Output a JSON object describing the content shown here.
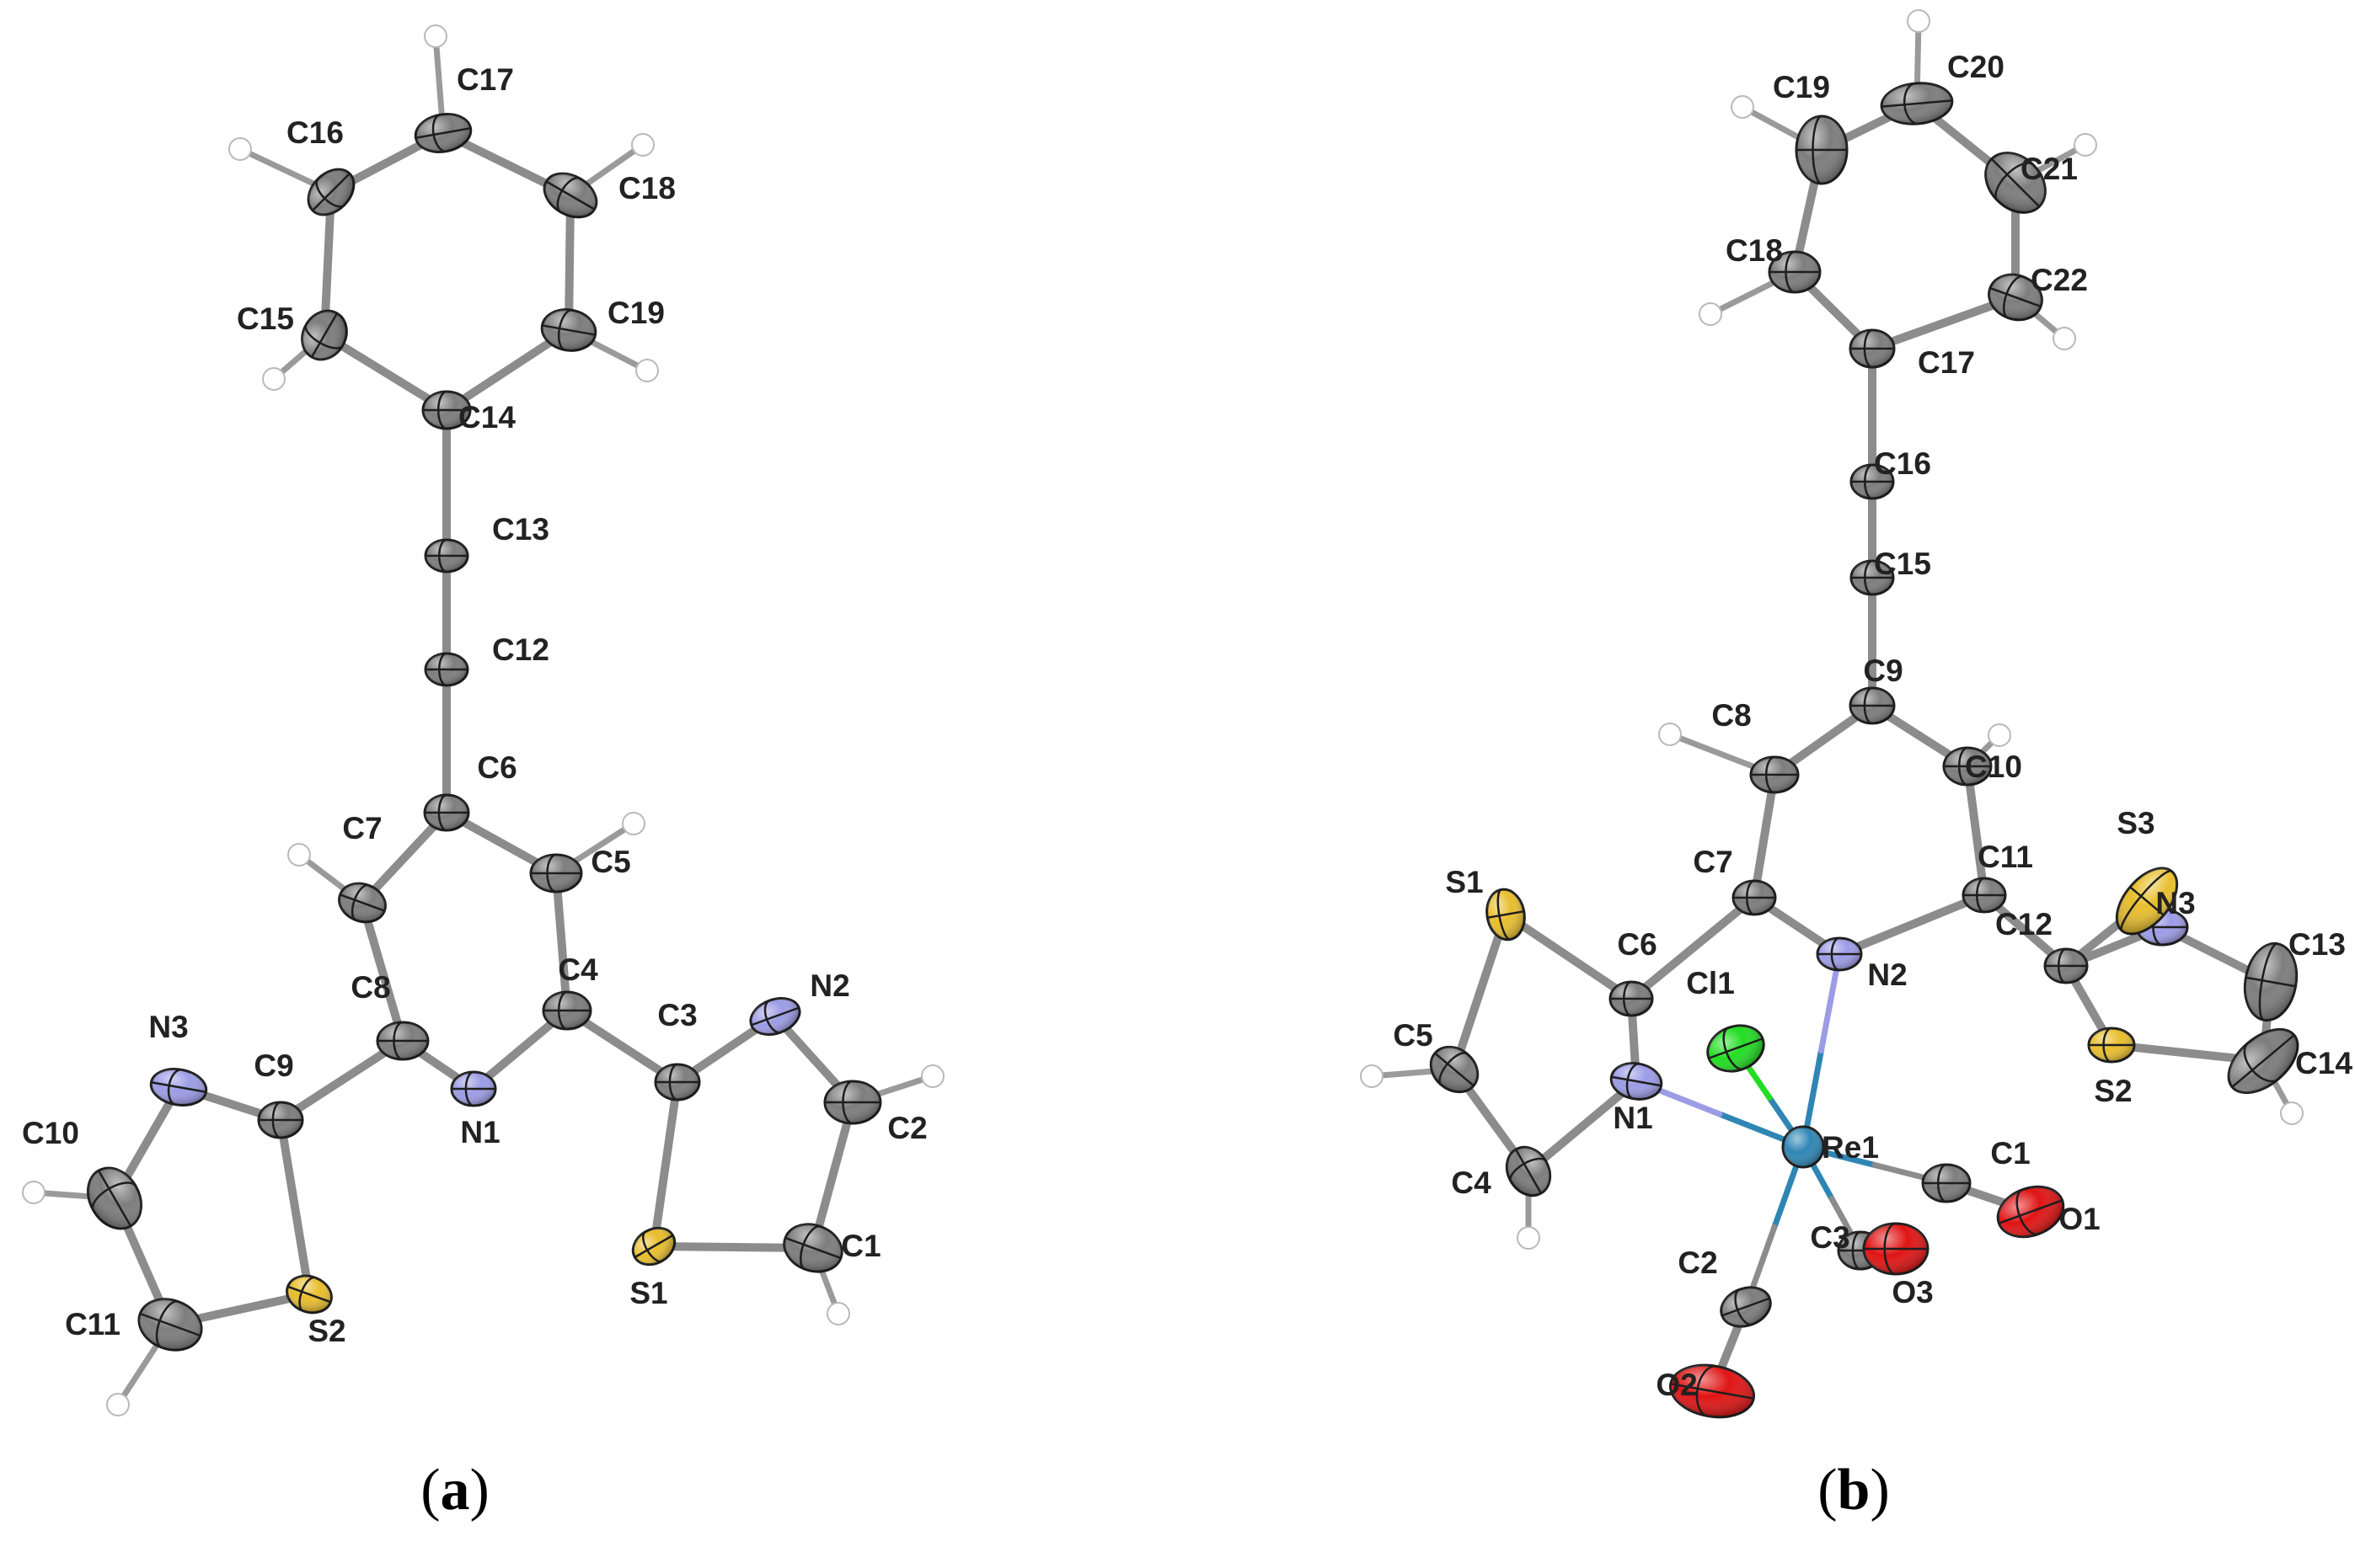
{
  "panels": [
    {
      "caption": "a",
      "ellipse_color": "#7d7d7d",
      "atoms": {
        "C1": {
          "el": "C"
        },
        "C2": {
          "el": "C"
        },
        "C3": {
          "el": "C"
        },
        "C4": {
          "el": "C"
        },
        "C5": {
          "el": "C"
        },
        "C6": {
          "el": "C"
        },
        "C7": {
          "el": "C"
        },
        "C8": {
          "el": "C"
        },
        "C9": {
          "el": "C"
        },
        "C10": {
          "el": "C"
        },
        "C11": {
          "el": "C"
        },
        "C12": {
          "el": "C"
        },
        "C13": {
          "el": "C"
        },
        "C14": {
          "el": "C"
        },
        "C15": {
          "el": "C"
        },
        "C16": {
          "el": "C"
        },
        "C17": {
          "el": "C"
        },
        "C18": {
          "el": "C"
        },
        "C19": {
          "el": "C"
        },
        "N1": {
          "el": "N"
        },
        "N2": {
          "el": "N"
        },
        "N3": {
          "el": "N"
        },
        "S1": {
          "el": "S"
        },
        "S2": {
          "el": "S"
        }
      },
      "bonds": [
        [
          "C14",
          "C15"
        ],
        [
          "C15",
          "C16"
        ],
        [
          "C16",
          "C17"
        ],
        [
          "C17",
          "C18"
        ],
        [
          "C18",
          "C19"
        ],
        [
          "C19",
          "C14"
        ],
        [
          "C14",
          "C13"
        ],
        [
          "C13",
          "C12"
        ],
        [
          "C12",
          "C6"
        ],
        [
          "C6",
          "C7"
        ],
        [
          "C7",
          "C8"
        ],
        [
          "C8",
          "N1"
        ],
        [
          "N1",
          "C4"
        ],
        [
          "C4",
          "C5"
        ],
        [
          "C5",
          "C6"
        ],
        [
          "C4",
          "C3"
        ],
        [
          "C3",
          "N2"
        ],
        [
          "N2",
          "C2"
        ],
        [
          "C2",
          "C1"
        ],
        [
          "C1",
          "S1"
        ],
        [
          "S1",
          "C3"
        ],
        [
          "C8",
          "C9"
        ],
        [
          "C9",
          "N3"
        ],
        [
          "N3",
          "C10"
        ],
        [
          "C10",
          "C11"
        ],
        [
          "C11",
          "S2"
        ],
        [
          "S2",
          "C9"
        ]
      ]
    },
    {
      "caption": "b",
      "atoms": {
        "C1": {
          "el": "C"
        },
        "C2": {
          "el": "C"
        },
        "C3": {
          "el": "C"
        },
        "C4": {
          "el": "C"
        },
        "C5": {
          "el": "C"
        },
        "C6": {
          "el": "C"
        },
        "C7": {
          "el": "C"
        },
        "C8": {
          "el": "C"
        },
        "C9": {
          "el": "C"
        },
        "C10": {
          "el": "C"
        },
        "C11": {
          "el": "C"
        },
        "C12": {
          "el": "C"
        },
        "C13": {
          "el": "C"
        },
        "C14": {
          "el": "C"
        },
        "C15": {
          "el": "C"
        },
        "C16": {
          "el": "C"
        },
        "C17": {
          "el": "C"
        },
        "C18": {
          "el": "C"
        },
        "C19": {
          "el": "C"
        },
        "C20": {
          "el": "C"
        },
        "C21": {
          "el": "C"
        },
        "C22": {
          "el": "C"
        },
        "N1": {
          "el": "N"
        },
        "N2": {
          "el": "N"
        },
        "N3": {
          "el": "N"
        },
        "S1": {
          "el": "S"
        },
        "S2": {
          "el": "S"
        },
        "S3": {
          "el": "S"
        },
        "O1": {
          "el": "O"
        },
        "O2": {
          "el": "O"
        },
        "O3": {
          "el": "O"
        },
        "Cl1": {
          "el": "Cl"
        },
        "Re1": {
          "el": "Re"
        }
      },
      "bonds": [
        [
          "C17",
          "C18"
        ],
        [
          "C18",
          "C19"
        ],
        [
          "C19",
          "C20"
        ],
        [
          "C20",
          "C21"
        ],
        [
          "C21",
          "C22"
        ],
        [
          "C22",
          "C17"
        ],
        [
          "C17",
          "C16"
        ],
        [
          "C16",
          "C15"
        ],
        [
          "C15",
          "C9"
        ],
        [
          "C9",
          "C8"
        ],
        [
          "C8",
          "C7"
        ],
        [
          "C7",
          "N2"
        ],
        [
          "N2",
          "C11"
        ],
        [
          "C11",
          "C10"
        ],
        [
          "C10",
          "C9"
        ],
        [
          "C7",
          "C6"
        ],
        [
          "C6",
          "N1"
        ],
        [
          "N1",
          "C4"
        ],
        [
          "C4",
          "C5"
        ],
        [
          "C5",
          "S1"
        ],
        [
          "S1",
          "C6"
        ],
        [
          "C11",
          "C12"
        ],
        [
          "C12",
          "N3"
        ],
        [
          "N3",
          "C13"
        ],
        [
          "C13",
          "C14"
        ],
        [
          "C14",
          "S2"
        ],
        [
          "S2",
          "C12"
        ],
        [
          "C12",
          "S3"
        ],
        [
          "Re1",
          "N1"
        ],
        [
          "Re1",
          "N2"
        ],
        [
          "Re1",
          "Cl1"
        ],
        [
          "Re1",
          "C1"
        ],
        [
          "Re1",
          "C2"
        ],
        [
          "Re1",
          "C3"
        ],
        [
          "C1",
          "O1"
        ],
        [
          "C2",
          "O2"
        ],
        [
          "C3",
          "O3"
        ]
      ]
    }
  ],
  "element_colors": {
    "C": "#7d7d7d",
    "N": "#9c9ce6",
    "S": "#e8be2e",
    "O": "#e01414",
    "Cl": "#22dd22",
    "Re": "#2f86b4",
    "H": "#ffffff"
  }
}
